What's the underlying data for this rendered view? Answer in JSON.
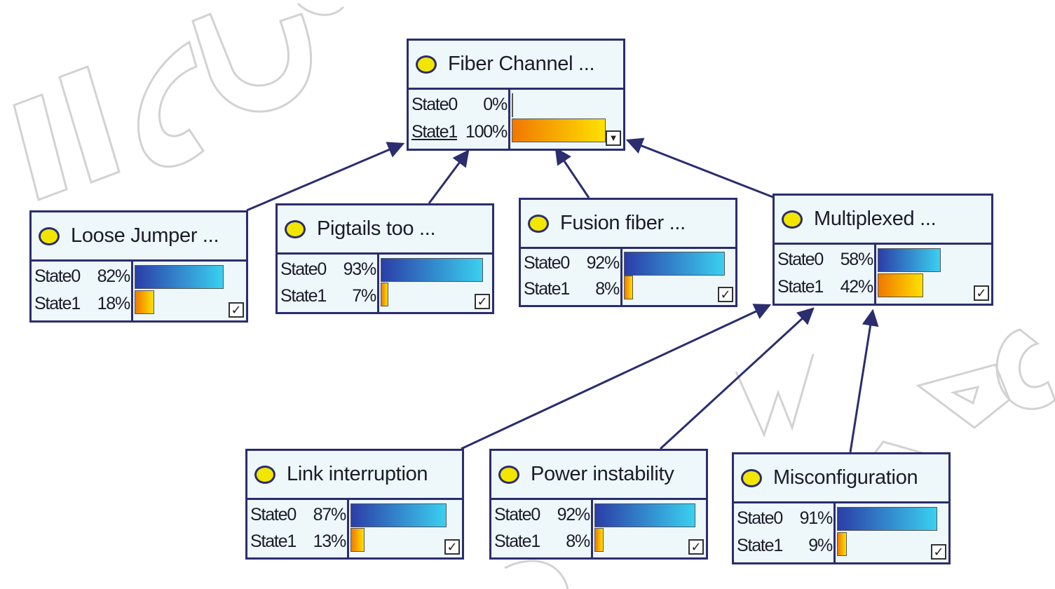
{
  "diagram": {
    "nodes": [
      {
        "id": "fiber-channel",
        "title": "Fiber Channel ...",
        "states": [
          {
            "name": "State0",
            "percent": "0%",
            "value": 0.0
          },
          {
            "name": "State1",
            "percent": "100%",
            "value": 1.0
          }
        ],
        "underlined_state": 1,
        "control": "collapse-icon"
      },
      {
        "id": "loose-jumper",
        "title": "Loose Jumper ...",
        "states": [
          {
            "name": "State0",
            "percent": "82%",
            "value": 0.82
          },
          {
            "name": "State1",
            "percent": "18%",
            "value": 0.18
          }
        ],
        "control": "checkbox-checked-icon"
      },
      {
        "id": "pigtails",
        "title": "Pigtails too ...",
        "states": [
          {
            "name": "State0",
            "percent": "93%",
            "value": 0.93
          },
          {
            "name": "State1",
            "percent": "7%",
            "value": 0.07
          }
        ],
        "control": "checkbox-checked-icon"
      },
      {
        "id": "fusion-fiber",
        "title": "Fusion fiber ...",
        "states": [
          {
            "name": "State0",
            "percent": "92%",
            "value": 0.92
          },
          {
            "name": "State1",
            "percent": "8%",
            "value": 0.08
          }
        ],
        "control": "checkbox-checked-icon"
      },
      {
        "id": "multiplexed",
        "title": "Multiplexed ...",
        "states": [
          {
            "name": "State0",
            "percent": "58%",
            "value": 0.58
          },
          {
            "name": "State1",
            "percent": "42%",
            "value": 0.42
          }
        ],
        "control": "checkbox-checked-icon"
      },
      {
        "id": "link-interruption",
        "title": "Link interruption",
        "states": [
          {
            "name": "State0",
            "percent": "87%",
            "value": 0.87
          },
          {
            "name": "State1",
            "percent": "13%",
            "value": 0.13
          }
        ],
        "control": "checkbox-checked-icon"
      },
      {
        "id": "power-instability",
        "title": "Power instability",
        "states": [
          {
            "name": "State0",
            "percent": "92%",
            "value": 0.92
          },
          {
            "name": "State1",
            "percent": "8%",
            "value": 0.08
          }
        ],
        "control": "checkbox-checked-icon"
      },
      {
        "id": "misconfiguration",
        "title": "Misconfiguration",
        "states": [
          {
            "name": "State0",
            "percent": "91%",
            "value": 0.91
          },
          {
            "name": "State1",
            "percent": "9%",
            "value": 0.09
          }
        ],
        "control": "checkbox-checked-icon"
      }
    ],
    "edges": [
      {
        "from": "loose-jumper",
        "to": "fiber-channel"
      },
      {
        "from": "pigtails",
        "to": "fiber-channel"
      },
      {
        "from": "fusion-fiber",
        "to": "fiber-channel"
      },
      {
        "from": "multiplexed",
        "to": "fiber-channel"
      },
      {
        "from": "link-interruption",
        "to": "multiplexed"
      },
      {
        "from": "power-instability",
        "to": "multiplexed"
      },
      {
        "from": "misconfiguration",
        "to": "multiplexed"
      }
    ],
    "colors": {
      "node_border": "#2b2d6e",
      "node_background": "#eef8fb",
      "node_icon": "#f2e600",
      "state0_bar": [
        "#2b3ea8",
        "#3ad0f0"
      ],
      "state1_bar": [
        "#f07800",
        "#ffe100"
      ],
      "edge": "#2b2d6e",
      "watermark": "#d2d2d2"
    }
  }
}
